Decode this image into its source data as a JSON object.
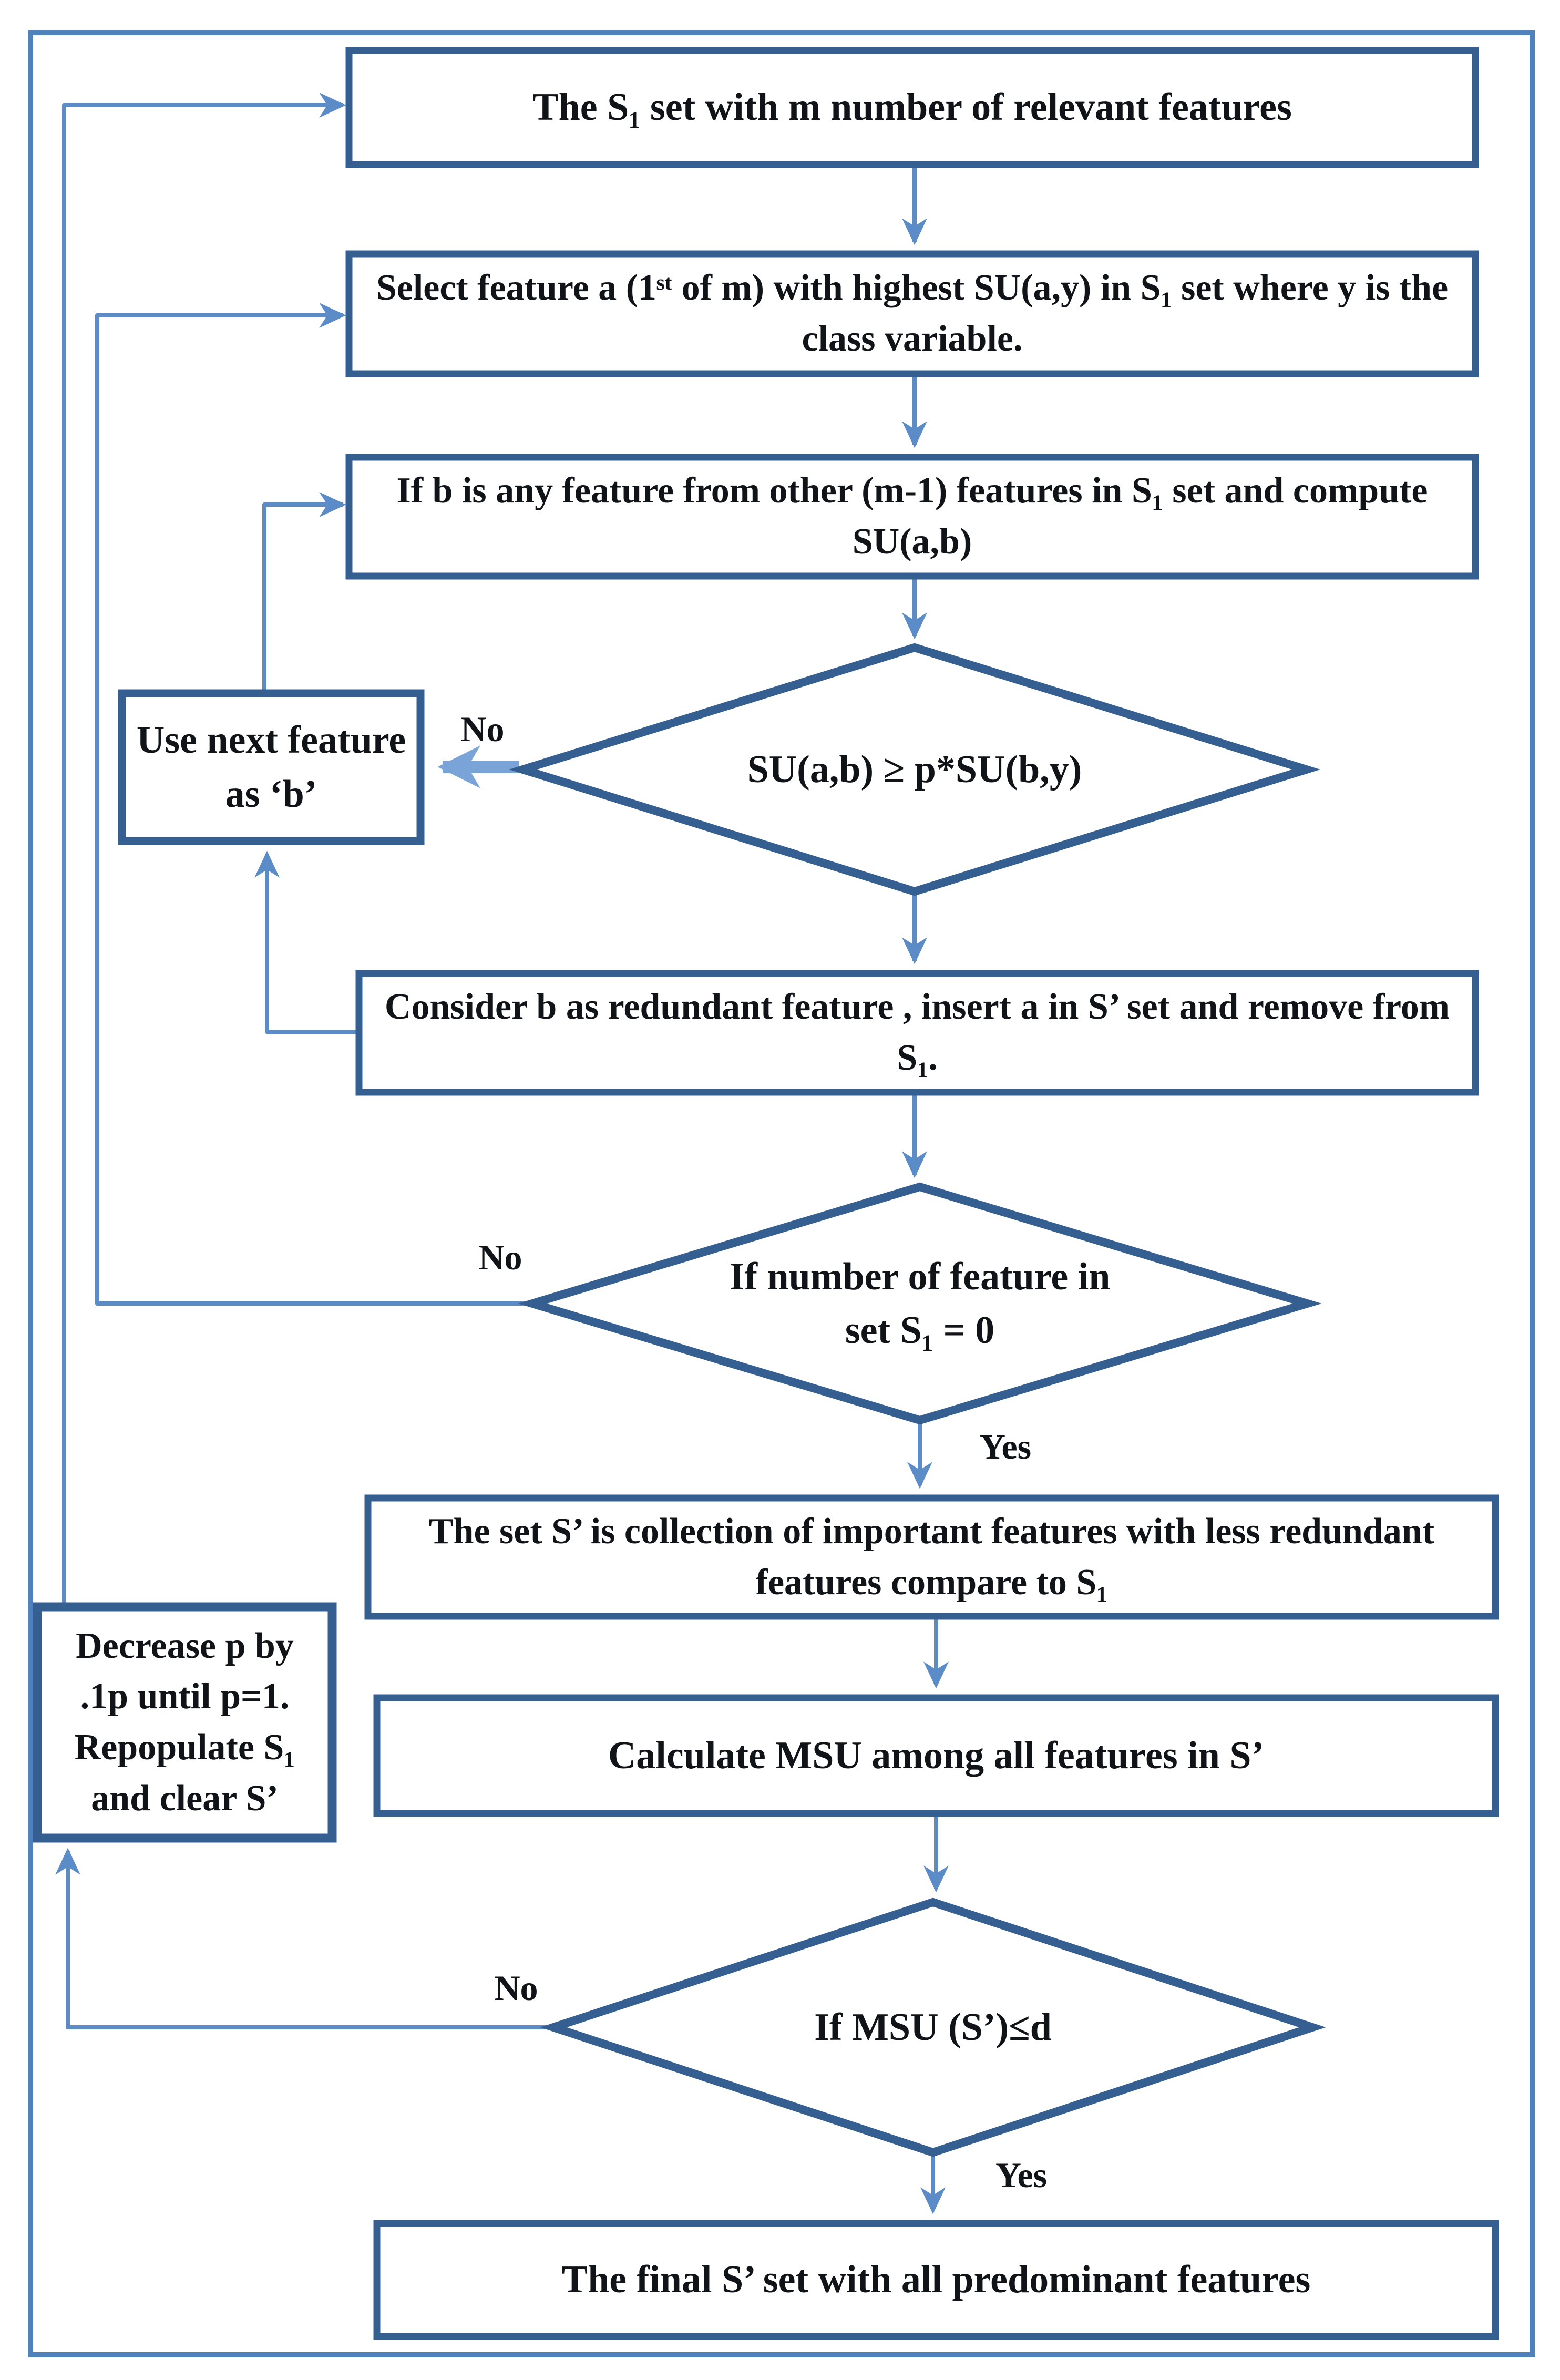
{
  "flowchart": {
    "title": "MSU feature selection flowchart",
    "colors": {
      "outer_border": "#4f81bd",
      "node_border": "#365f91",
      "connector": "#5b8cc8",
      "fat_arrow": "#7aa3d8",
      "text": "#101418",
      "background": "#ffffff"
    },
    "nodes": {
      "start": {
        "label": "The S₁ set with m number of relevant features"
      },
      "select_a": {
        "label": "Select feature a (1ˢᵗ of m) with highest SU(a,y) in S₁ set where y is the class variable."
      },
      "pick_b": {
        "label": "If b is any feature from other (m-1) features in S₁ set and compute SU(a,b)"
      },
      "su_test": {
        "label": "SU(a,b) ≥ p*SU(b,y)"
      },
      "use_next": {
        "label": "Use next feature as ‘b’"
      },
      "redundant": {
        "label": "Consider b as redundant feature , insert a in S’ set and remove from S₁."
      },
      "empty_test": {
        "label": "If number of feature in set S₁ = 0"
      },
      "s_prime": {
        "label": "The set S’ is collection of important features with less redundant features compare to S₁"
      },
      "calc_msu": {
        "label": "Calculate MSU among all features in S’"
      },
      "msu_test": {
        "label": "If MSU (S’)≤d"
      },
      "final": {
        "label": "The final S’ set with all predominant features"
      },
      "decrease_p": {
        "label": "Decrease p by .1p until p=1. Repopulate S₁ and clear S’"
      }
    },
    "edge_labels": {
      "no_su": "No",
      "no_empty": "No",
      "no_msu": "No",
      "yes_empty": "Yes",
      "yes_msu": "Yes"
    }
  }
}
